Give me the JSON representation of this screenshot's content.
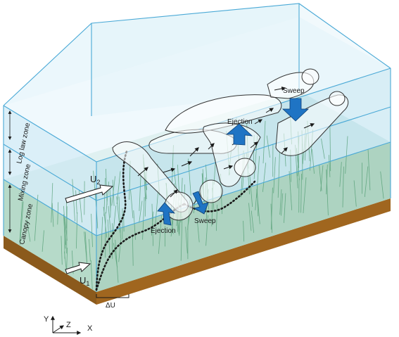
{
  "zones": {
    "log_law": "Log law zone",
    "mixing": "Mixing zone",
    "canopy": "Canopy zone"
  },
  "labels": {
    "u2_main": "U",
    "u2_sub": "2",
    "u1_main": "U",
    "u1_sub": "1",
    "delta_u": "ΔU",
    "ejection_upper": "Ejection",
    "sweep_upper": "Sweep",
    "ejection_lower": "Ejection",
    "sweep_lower": "Sweep"
  },
  "axes": {
    "y": "Y",
    "z": "Z",
    "x": "X"
  },
  "colors": {
    "water_side": "#cfeaf5",
    "water_front": "#bfe3f1",
    "water_top": "#e6f5fb",
    "vegetation": "#a9d3bf",
    "vegetation_top": "#9fcbb6",
    "sediment": "#8b5a1c",
    "sediment_light": "#b4772a",
    "edge": "#4aa9d6",
    "flow_arrow": "#1f74c4"
  }
}
